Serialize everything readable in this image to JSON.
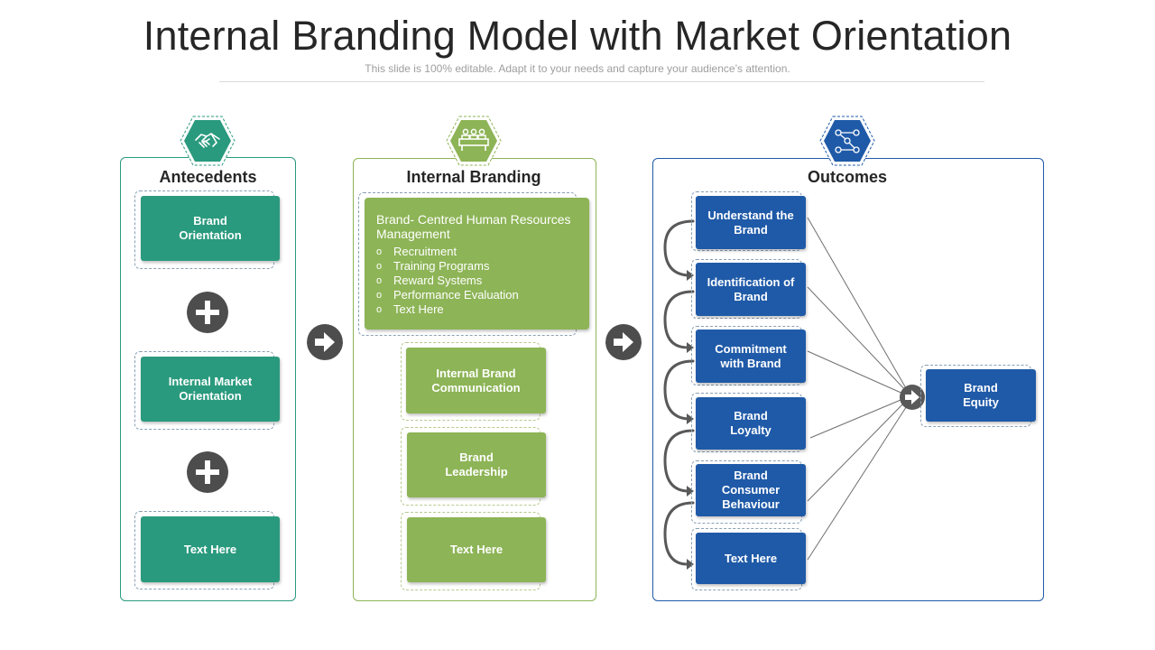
{
  "title": "Internal Branding Model with Market Orientation",
  "subtitle": "This slide is 100% editable. Adapt it to your needs and capture your audience’s attention.",
  "colors": {
    "teal": "#2a9a7e",
    "green": "#8db456",
    "blue": "#1f5aa8",
    "dark": "#4d4d4d"
  },
  "antecedents": {
    "heading": "Antecedents",
    "icon": "handshake-icon",
    "items": [
      "Brand\nOrientation",
      "Internal Market\nOrientation",
      "Text Here"
    ]
  },
  "internal_branding": {
    "heading": "Internal Branding",
    "icon": "meeting-table-icon",
    "hr": {
      "title": "Brand- Centred Human Resources Management",
      "bullets": [
        "Recruitment",
        "Training  Programs",
        "Reward  Systems",
        "Performance  Evaluation",
        "Text Here"
      ]
    },
    "items": [
      "Internal Brand\nCommunication",
      "Brand\nLeadership",
      "Text Here"
    ]
  },
  "outcomes": {
    "heading": "Outcomes",
    "icon": "network-nodes-icon",
    "items": [
      "Understand  the\nBrand",
      "Identification of\nBrand",
      "Commitment\nwith Brand",
      "Brand\nLoyalty",
      "Brand\nConsumer\nBehaviour",
      "Text Here"
    ],
    "result": "Brand\nEquity"
  }
}
